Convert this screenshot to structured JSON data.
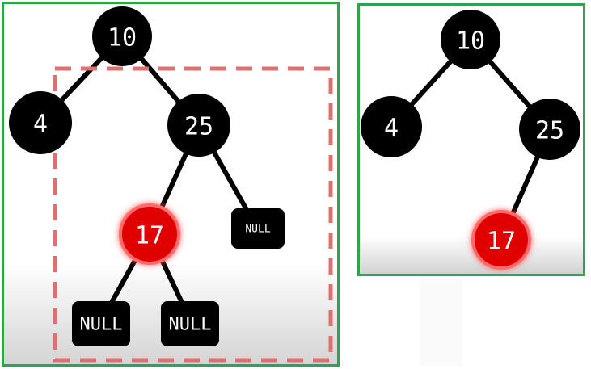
{
  "left_tree": {
    "nodes": [
      {
        "id": "n10",
        "label": "10",
        "color": "black"
      },
      {
        "id": "n4",
        "label": "4",
        "color": "black"
      },
      {
        "id": "n25",
        "label": "25",
        "color": "black"
      },
      {
        "id": "n17",
        "label": "17",
        "color": "red"
      },
      {
        "id": "null_25_right",
        "label": "NULL",
        "color": "black"
      },
      {
        "id": "null_17_left",
        "label": "NULL",
        "color": "black"
      },
      {
        "id": "null_17_right",
        "label": "NULL",
        "color": "black"
      }
    ],
    "edges": [
      [
        "n10",
        "n4"
      ],
      [
        "n10",
        "n25"
      ],
      [
        "n25",
        "n17"
      ],
      [
        "n25",
        "null_25_right"
      ],
      [
        "n17",
        "null_17_left"
      ],
      [
        "n17",
        "null_17_right"
      ]
    ],
    "highlight": "subtree rooted at 25 (dashed box)"
  },
  "right_tree": {
    "nodes": [
      {
        "id": "r10",
        "label": "10",
        "color": "black"
      },
      {
        "id": "r4",
        "label": "4",
        "color": "black"
      },
      {
        "id": "r25",
        "label": "25",
        "color": "black"
      },
      {
        "id": "r17",
        "label": "17",
        "color": "red"
      }
    ],
    "edges": [
      [
        "r10",
        "r4"
      ],
      [
        "r10",
        "r25"
      ],
      [
        "r25",
        "r17"
      ]
    ]
  },
  "colors": {
    "black_node": "#000000",
    "red_node": "#e00000",
    "red_glow": "#ff6a6a",
    "panel_border": "#2ea44f",
    "dashed_box": "#e07070"
  }
}
